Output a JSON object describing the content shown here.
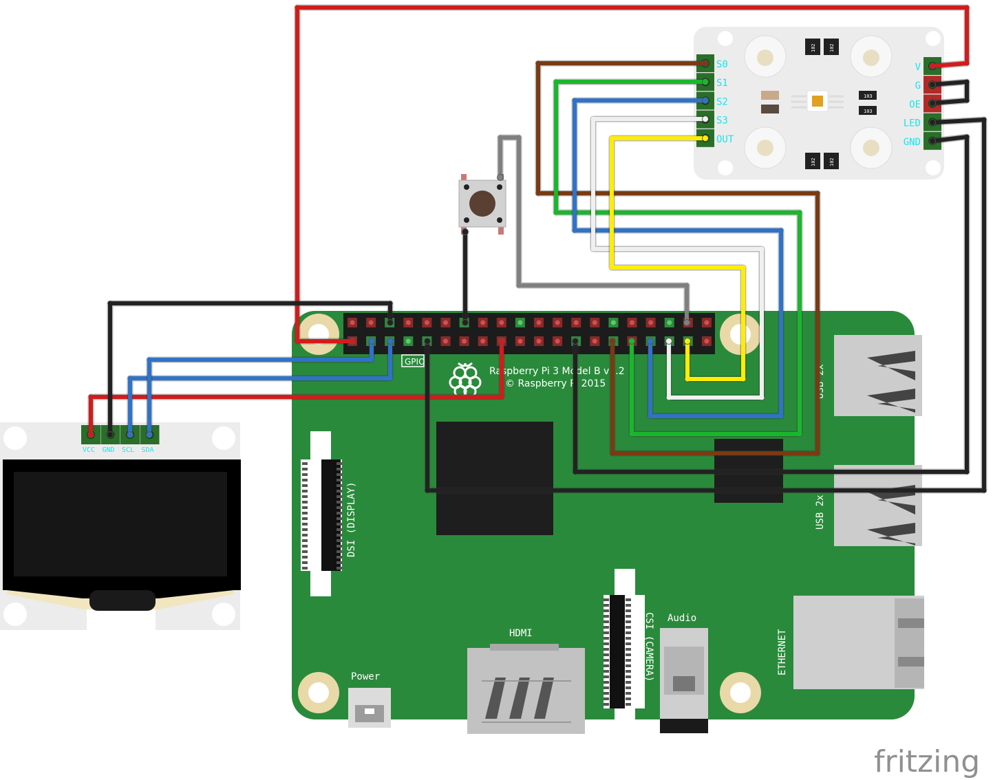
{
  "app": {
    "logo_text": "fritzing"
  },
  "raspberry_pi": {
    "model": "Raspberry Pi 3 Model B v1.2",
    "copyright": "© Raspberry Pi 2015",
    "gpio_label": "GPIO",
    "dsi_label": "DSI (DISPLAY)",
    "csi_label": "CSI (CAMERA)",
    "hdmi_label": "HDMI",
    "power_label": "Power",
    "audio_label": "Audio",
    "ethernet_label": "ETHERNET",
    "usb1_label": "USB 2x",
    "usb2_label": "USB 2x"
  },
  "oled": {
    "pins": [
      "VCC",
      "GND",
      "SCL",
      "SDA"
    ]
  },
  "color_sensor": {
    "left_pins": [
      "S0",
      "S1",
      "S2",
      "S3",
      "OUT"
    ],
    "right_pins": [
      "V",
      "G",
      "OE",
      "LED",
      "GND"
    ],
    "resistor_text": "102",
    "small_resistor_text": "103"
  },
  "colors": {
    "board": "#2a8a3b",
    "wire_red": "#d41b1b",
    "wire_black": "#222222",
    "wire_blue": "#2f73c9",
    "wire_green": "#19b82c",
    "wire_brown": "#7a3a12",
    "wire_white": "#f0f0f0",
    "wire_gray": "#808080",
    "wire_yellow": "#ffee00",
    "label_cyan": "#16e6f0"
  }
}
